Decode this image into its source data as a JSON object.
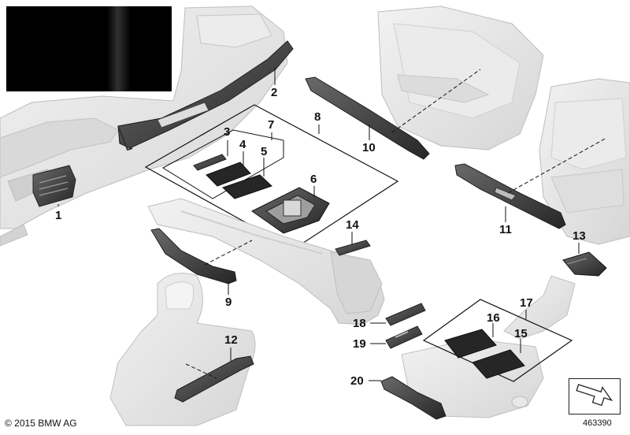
{
  "callouts": {
    "c1": "1",
    "c2": "2",
    "c3": "3",
    "c4": "4",
    "c5": "5",
    "c6": "6",
    "c7": "7",
    "c8": "8",
    "c9": "9",
    "c10": "10",
    "c11": "11",
    "c12": "12",
    "c13": "13",
    "c14": "14",
    "c15": "15",
    "c16": "16",
    "c17": "17",
    "c18": "18",
    "c19": "19",
    "c20": "20"
  },
  "footer": {
    "copyright": "© 2015 BMW AG",
    "diagram_number": "463390"
  },
  "colors": {
    "part_fill": "#e4e4e4",
    "part_stroke": "#b9b9b9",
    "trim_dark": "#2c2c2c",
    "trim_mid": "#5a5a5a",
    "line": "#111111",
    "thumbnail": "#000000"
  },
  "icons": {
    "orientation": "arrow-icon"
  }
}
